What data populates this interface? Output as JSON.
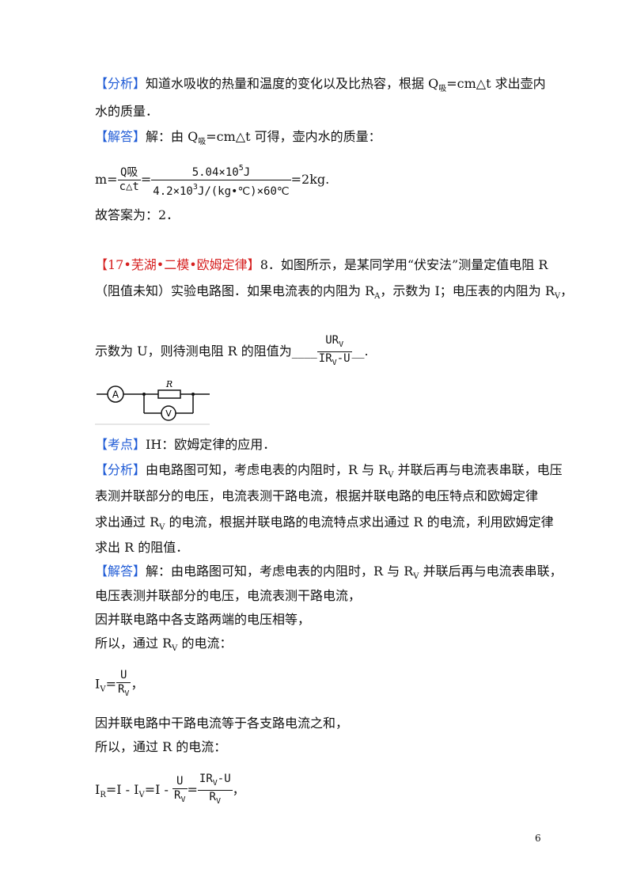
{
  "p1": {
    "tag": "【分析】",
    "text_a": "知道水吸收的热量和温度的变化以及比热容，根据 Q",
    "sub": "吸",
    "text_b": "=cm△t 求出壶内",
    "line2": "水的质量．"
  },
  "p2": {
    "tag": "【解答】",
    "text_a": "解：由 Q",
    "sub": "吸",
    "text_b": "=cm△t 可得，壶内水的质量："
  },
  "formula1": {
    "lhs": "m=",
    "f1_num": "Q吸",
    "f1_den": "c△t",
    "eq": "=",
    "f2_num_a": "5.04×10",
    "f2_num_sup": "5",
    "f2_num_b": "J",
    "f2_den_a": "4.2×10",
    "f2_den_sup": "3",
    "f2_den_b": "J/(kg•℃)×60℃",
    "result": "=2kg."
  },
  "answer1": "故答案为：2．",
  "q8": {
    "tag": "【17•芜湖•二模•欧姆定律】",
    "text_a": "8．如图所示，是某同学用“伏安法”测量定值电阻 R",
    "line2_a": "（阻值未知）实验电路图．如果电流表的内阻为 R",
    "line2_subA": "A",
    "line2_b": "，示数为 I；电压表的内阻为 R",
    "line2_subV": "V",
    "line2_c": "，",
    "line3_a": "示数为 U，则待测电阻 R 的阻值为",
    "blank_pre": "____",
    "ans_num_a": "UR",
    "ans_num_sub": "V",
    "ans_den_a": "IR",
    "ans_den_sub": "V",
    "ans_den_b": "-U",
    "blank_post": "__."
  },
  "circuit": {
    "ammeter": "A",
    "resistor": "R",
    "voltmeter": "V"
  },
  "kaodian": {
    "tag": "【考点】",
    "text": "IH：欧姆定律的应用．"
  },
  "analysis2": {
    "tag": "【分析】",
    "l1_a": "由电路图可知，考虑电表的内阻时，R 与 R",
    "l1_sub": "V",
    "l1_b": " 并联后再与电流表串联，电压",
    "l2": "表测并联部分的电压，电流表测干路电流，根据并联电路的电压特点和欧姆定律",
    "l3_a": "求出通过 R",
    "l3_sub": "V",
    "l3_b": " 的电流，根据并联电路的电流特点求出通过 R 的电流，利用欧姆定律",
    "l4": "求出 R 的阻值．"
  },
  "solution2": {
    "tag": "【解答】",
    "l1_a": "解：由电路图可知，考虑电表的内阻时，R 与 R",
    "l1_sub": "V",
    "l1_b": " 并联后再与电流表串联，",
    "l2": "电压表测并联部分的电压，电流表测干路电流，",
    "l3": "因并联电路中各支路两端的电压相等，",
    "l4_a": "所以，通过 R",
    "l4_sub": "V",
    "l4_b": " 的电流：",
    "iv_lhs": "I",
    "iv_lhs_sub": "V",
    "iv_eq": "=",
    "iv_num": "U",
    "iv_den_a": "R",
    "iv_den_sub": "V",
    "iv_tail": "，",
    "l5": "因并联电路中干路电流等于各支路电流之和，",
    "l6": "所以，通过 R 的电流：",
    "ir_lhs": "I",
    "ir_lhs_sub": "R",
    "ir_mid_a": "=I - I",
    "ir_mid_sub": "V",
    "ir_mid_b": "=I - ",
    "ir_f1_num": "U",
    "ir_f1_den_a": "R",
    "ir_f1_den_sub": "V",
    "ir_eq": "=",
    "ir_f2_num_a": "IR",
    "ir_f2_num_sub": "V",
    "ir_f2_num_b": "-U",
    "ir_f2_den_a": "R",
    "ir_f2_den_sub": "V",
    "ir_tail": "，"
  },
  "page_number": "6"
}
